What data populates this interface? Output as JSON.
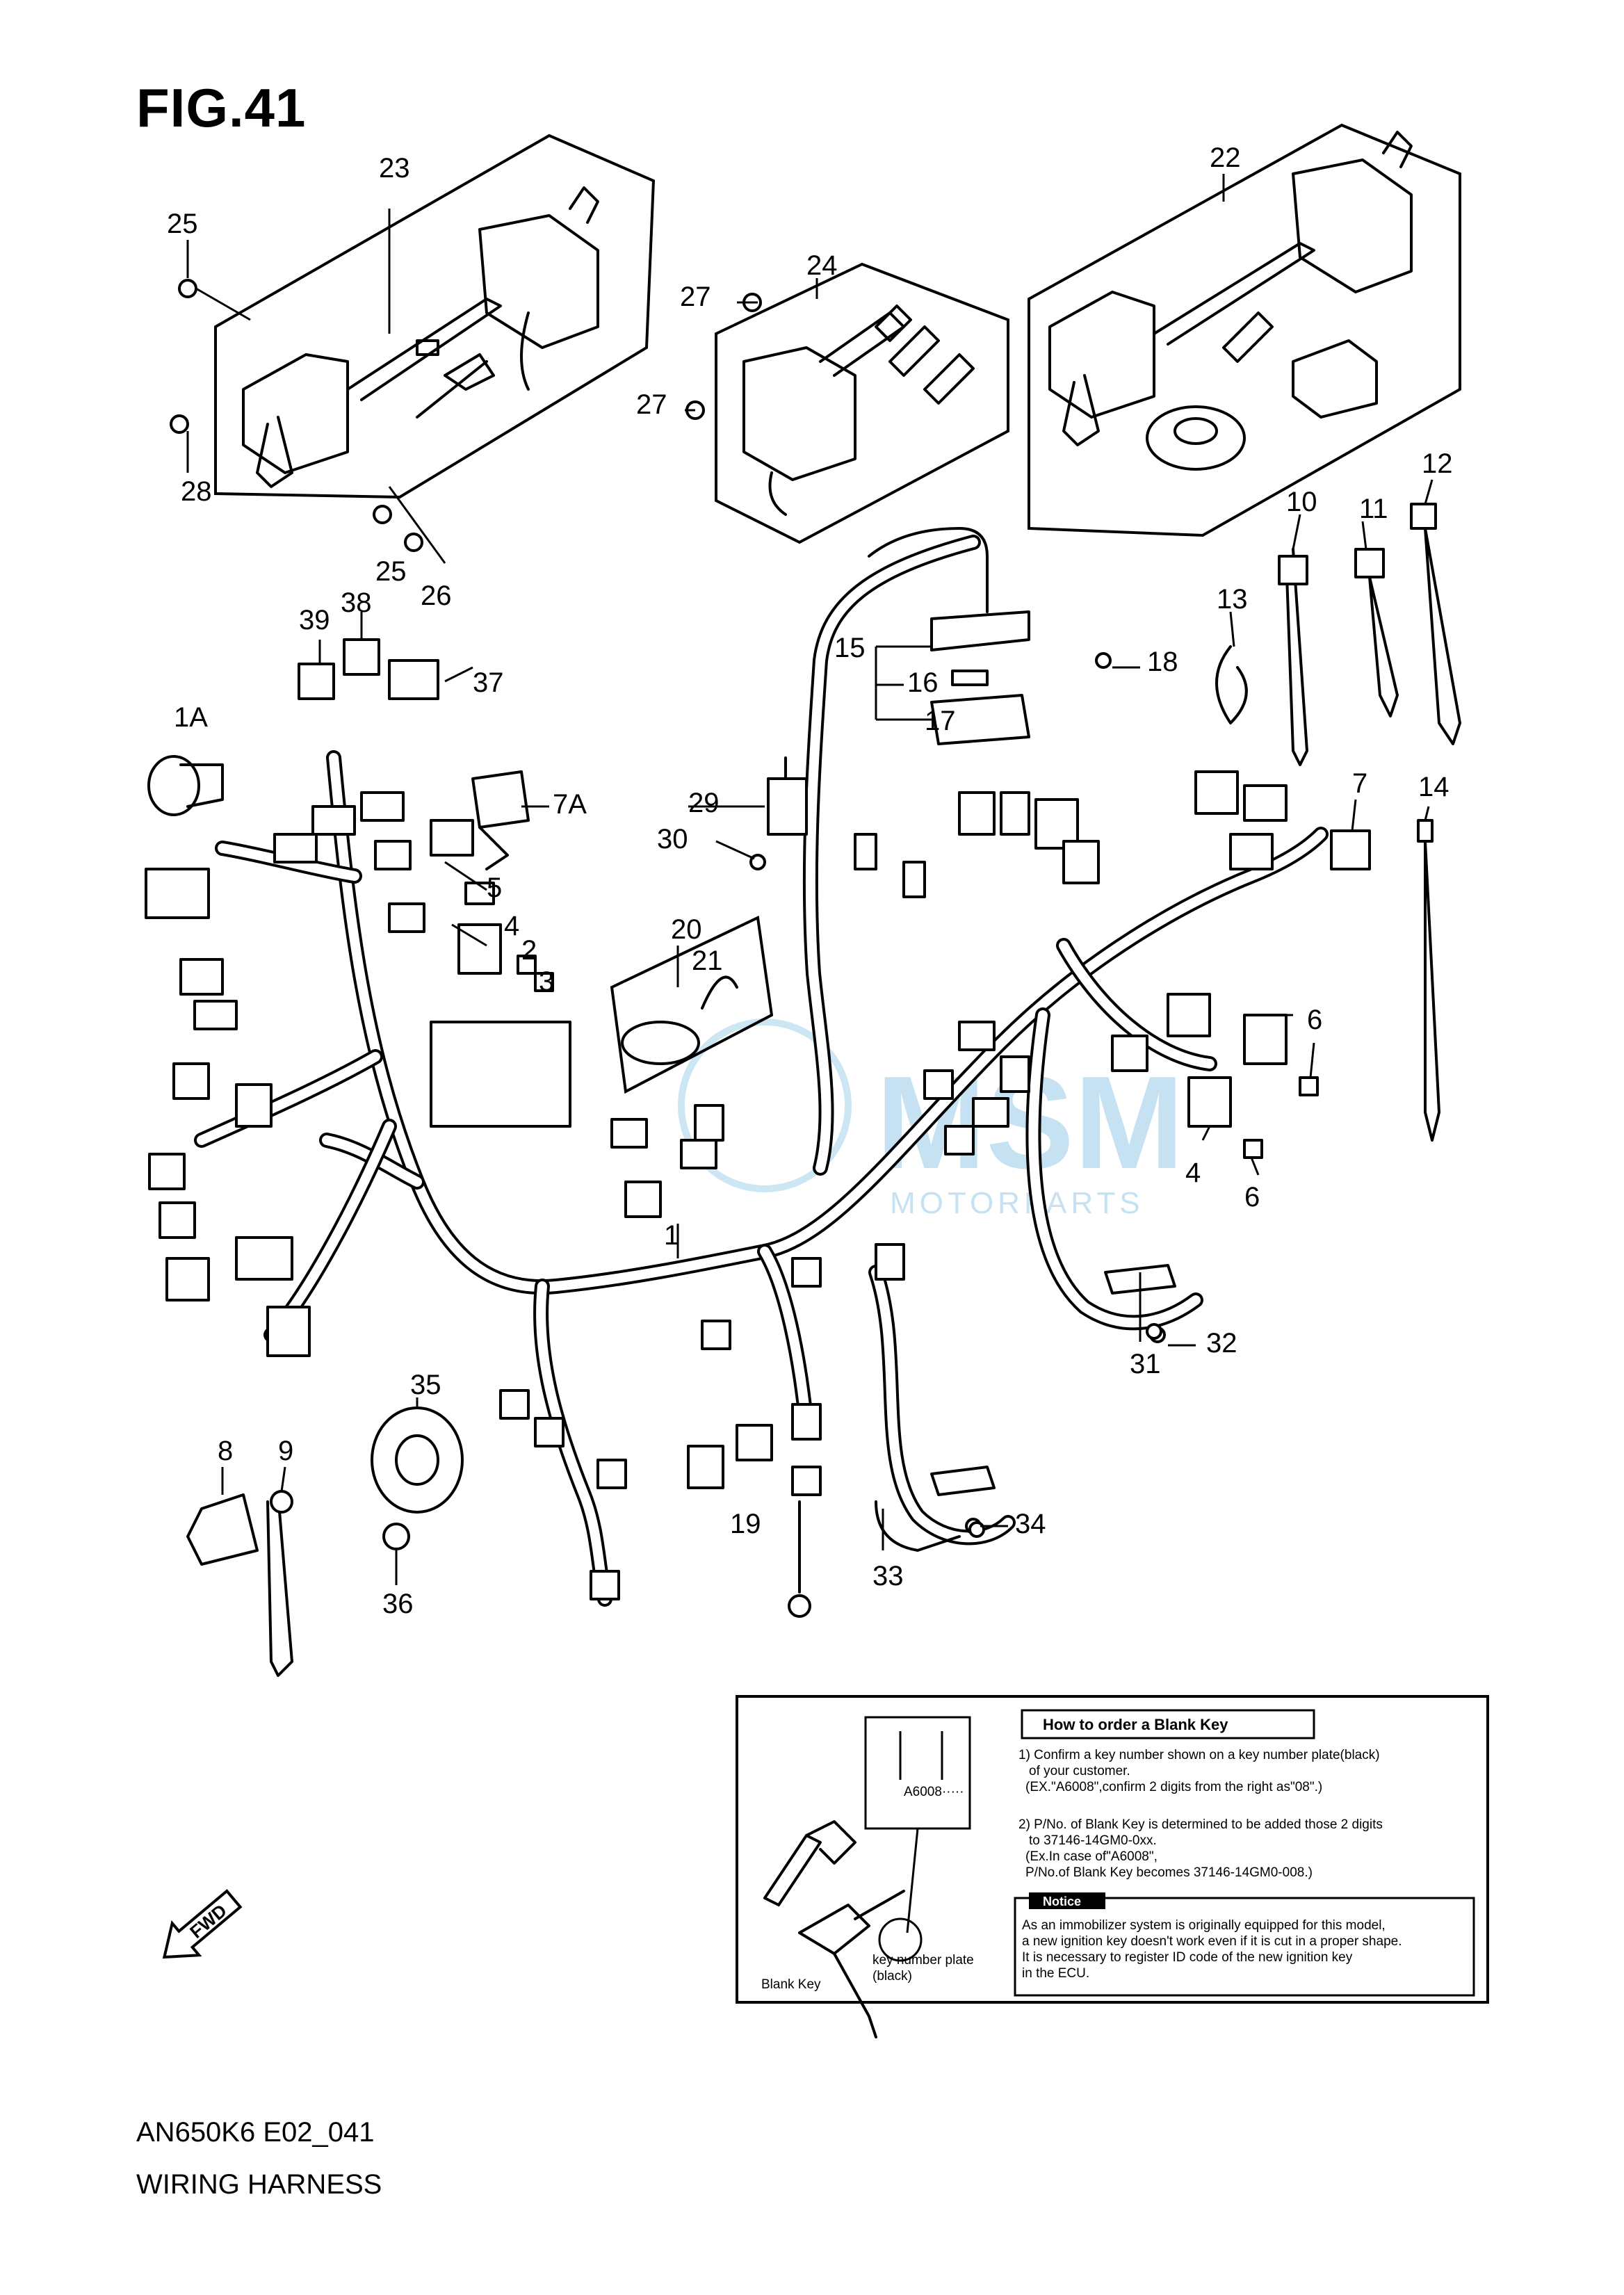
{
  "figure": {
    "title": "FIG.41",
    "model_code": "AN650K6 E02_041",
    "name": "WIRING HARNESS"
  },
  "callouts": [
    "1",
    "1A",
    "2",
    "3",
    "4",
    "4",
    "5",
    "6",
    "6",
    "7",
    "7A",
    "8",
    "9",
    "10",
    "11",
    "12",
    "13",
    "14",
    "15",
    "16",
    "17",
    "18",
    "19",
    "20",
    "21",
    "22",
    "23",
    "24",
    "25",
    "25",
    "26",
    "27",
    "27",
    "28",
    "29",
    "30",
    "31",
    "32",
    "33",
    "34",
    "35",
    "36",
    "37",
    "38",
    "39"
  ],
  "blank_key_box": {
    "title": "How to order a Blank Key",
    "plate_text": "A6008·····",
    "step1_lines": [
      "1) Confirm a key number shown on a key number plate(black)",
      "of your customer.",
      "(EX.\"A6008\",confirm 2 digits from the right as\"08\".)"
    ],
    "step2_lines": [
      "2) P/No. of Blank Key is determined to be added those 2 digits",
      "to 37146-14GM0-0xx.",
      "(Ex.In case of\"A6008\",",
      "P/No.of Blank Key becomes 37146-14GM0-008.)"
    ],
    "notice_label": "Notice",
    "notice_lines": [
      "As an immobilizer system is originally equipped for this model,",
      "a new ignition key doesn't work even if it is cut in a proper shape.",
      "It is necessary to register ID code of the new ignition key",
      "in the ECU."
    ],
    "label_blank_key": "Blank Key",
    "label_plate": [
      "key number plate",
      "(black)"
    ]
  },
  "direction_marker": "FWD",
  "watermark": {
    "brand": "MSM",
    "sub": "MOTORPARTS"
  }
}
